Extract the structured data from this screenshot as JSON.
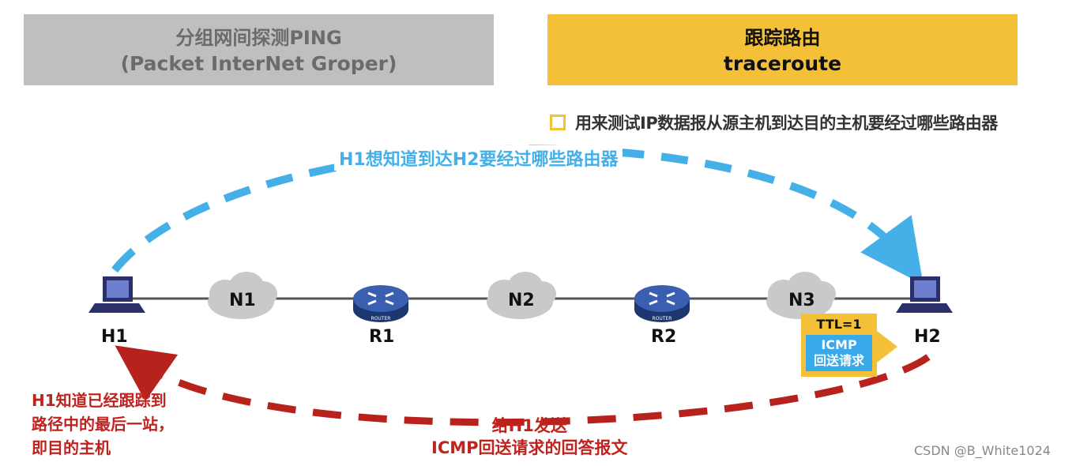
{
  "tabs": {
    "ping": {
      "line1": "分组网间探测PING",
      "line2": "(Packet InterNet Groper)"
    },
    "traceroute": {
      "line1": "跟踪路由",
      "line2": "traceroute"
    }
  },
  "description": "用来测试IP数据报从源主机到达目的主机要经过哪些路由器",
  "top_note": "H1想知道到达H2要经过哪些路由器",
  "nodes": {
    "h1": "H1",
    "r1": "R1",
    "r2": "R2",
    "h2": "H2"
  },
  "router_caption": "ROUTER",
  "networks": {
    "n1": "N1",
    "n2": "N2",
    "n3": "N3"
  },
  "packet": {
    "ttl": "TTL=1",
    "type_line1": "ICMP",
    "type_line2": "回送请求"
  },
  "left_note": [
    "H1知道已经跟踪到",
    "路径中的最后一站，",
    "即目的主机"
  ],
  "bottom_note": [
    "给H1发送",
    "ICMP回送请求的回答报文"
  ],
  "watermark": "CSDN @B_White1024",
  "colors": {
    "blue_arrow": "#45b0e8",
    "red_arrow": "#b8221c",
    "accent": "#f4c038",
    "inactive_tab": "#bfbfbf"
  }
}
